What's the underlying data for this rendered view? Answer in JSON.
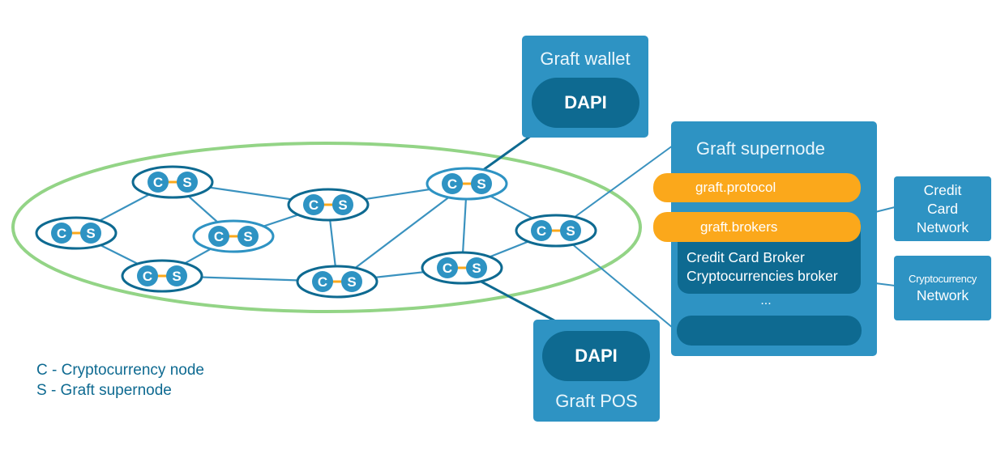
{
  "colors": {
    "box_blue": "#2e93c3",
    "dark_blue": "#0e6a91",
    "orange": "#fba81b",
    "ring_green": "#93d486",
    "line_blue": "#3a92bf"
  },
  "node_letters": {
    "c": "C",
    "s": "S"
  },
  "graft_wallet": {
    "title": "Graft wallet",
    "dapi_label": "DAPI"
  },
  "graft_pos": {
    "title": "Graft POS",
    "dapi_label": "DAPI"
  },
  "graft_supernode": {
    "title": "Graft supernode",
    "protocol_label": "graft.protocol",
    "brokers_label": "graft.brokers",
    "broker_lines": [
      "Credit Card Broker",
      "Cryptocurrencies broker"
    ],
    "ellipsis": "..."
  },
  "credit_card_network": {
    "lines": [
      "Credit",
      "Card",
      "Network"
    ]
  },
  "cryptocurrency_network": {
    "line1": "Cryptocurrency",
    "line2": "Network"
  },
  "legend": {
    "c_line": "C - Cryptocurrency node",
    "s_line": "S - Graft supernode"
  }
}
